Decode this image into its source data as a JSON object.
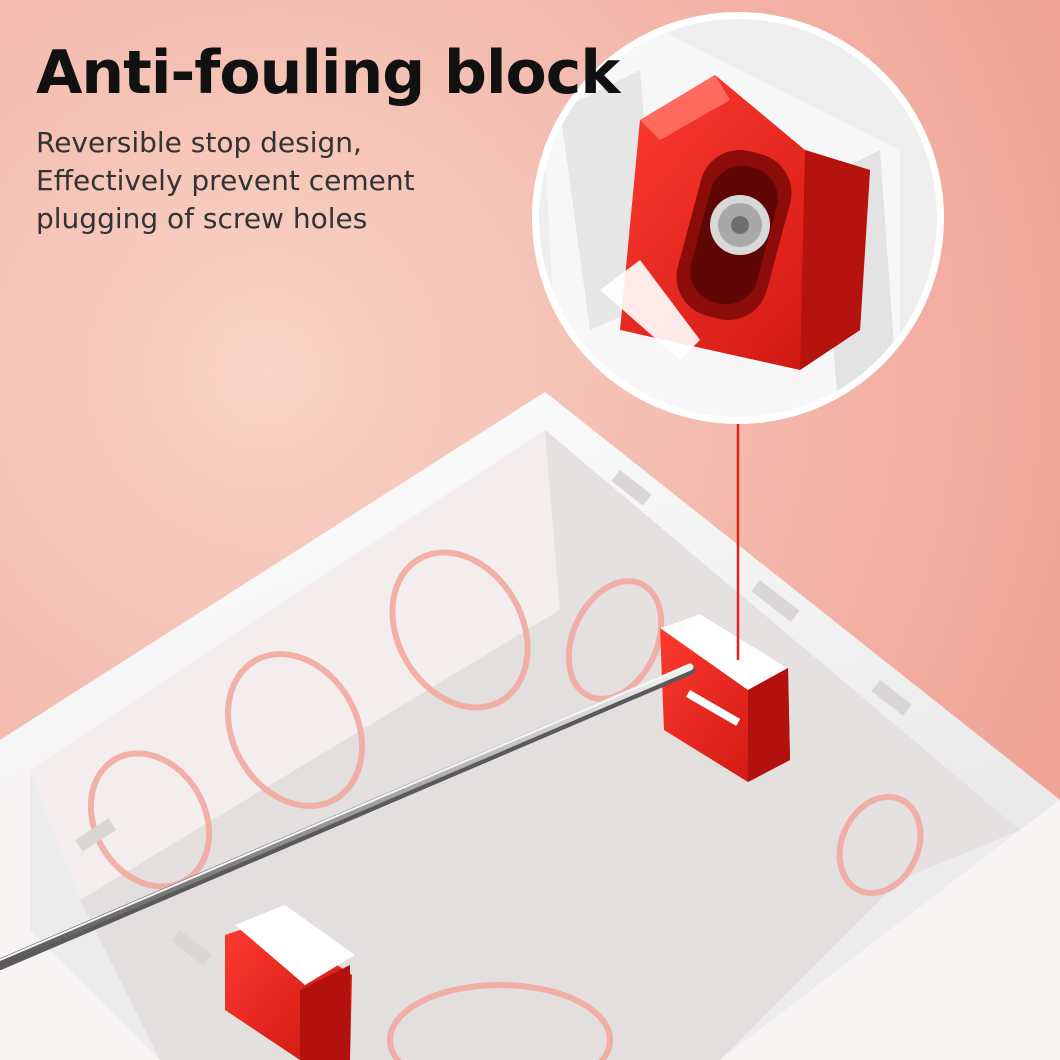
{
  "headline": "Anti-fouling block",
  "description_lines": [
    "Reversible stop design,",
    "Effectively prevent cement",
    "plugging of screw holes"
  ],
  "colors": {
    "accent_red": "#e8201c",
    "box_white": "#f7f7f7",
    "background": "#f3b6a8",
    "text_dark": "#111111"
  }
}
